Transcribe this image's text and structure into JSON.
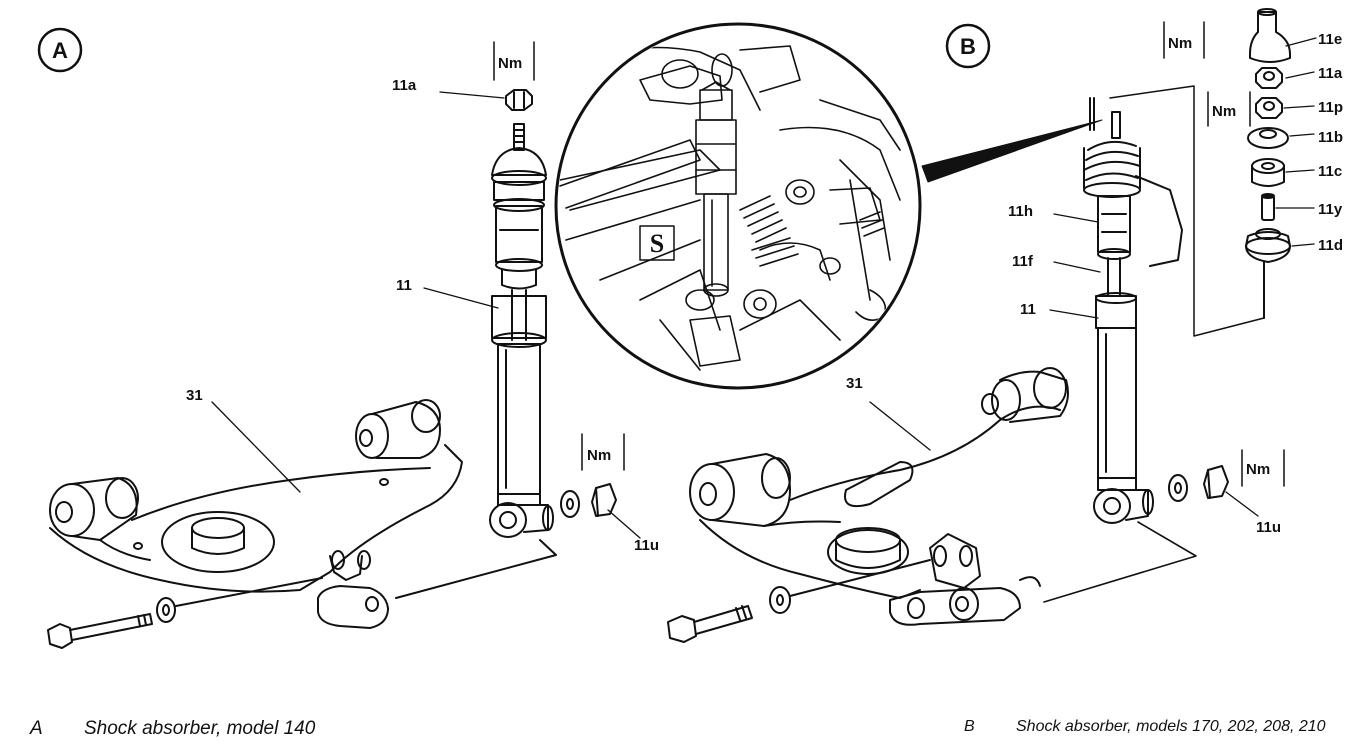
{
  "view_a": {
    "marker": "A",
    "caption_letter": "A",
    "caption": "Shock absorber, model 140",
    "labels": {
      "nut_top": "11a",
      "shock": "11",
      "arm": "31",
      "nut_bottom": "11u"
    },
    "torque_top": "Nm",
    "torque_bottom": "Nm"
  },
  "detail": {
    "tool_symbol": "S"
  },
  "view_b": {
    "marker": "B",
    "caption_letter": "B",
    "caption": "Shock absorber, models 170, 202, 208, 210",
    "labels": {
      "cap": "11e",
      "nut_a": "11a",
      "nut_p": "11p",
      "washer_b": "11b",
      "bushing_c": "11c",
      "sleeve_y": "11y",
      "mount_d": "11d",
      "boot_h": "11h",
      "bumper_f": "11f",
      "shock": "11",
      "arm": "31",
      "nut_bottom": "11u"
    },
    "torque_top": "Nm",
    "torque_mid": "Nm",
    "torque_bottom": "Nm"
  }
}
